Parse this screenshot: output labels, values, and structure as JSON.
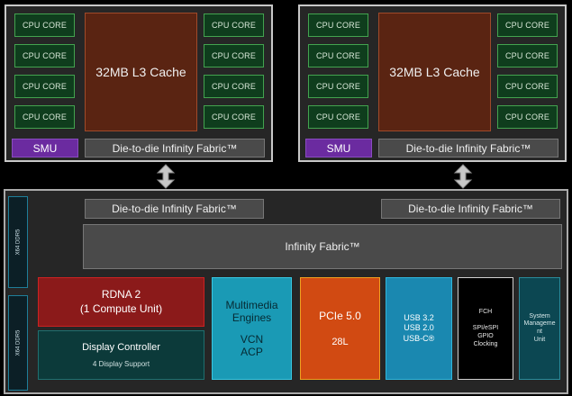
{
  "ccd_left": {
    "cores": [
      "CPU CORE",
      "CPU CORE",
      "CPU CORE",
      "CPU CORE",
      "CPU CORE",
      "CPU CORE",
      "CPU CORE",
      "CPU CORE"
    ],
    "l3": "32MB L3 Cache",
    "smu": "SMU",
    "fabric": "Die-to-die Infinity Fabric™"
  },
  "ccd_right": {
    "cores": [
      "CPU CORE",
      "CPU CORE",
      "CPU CORE",
      "CPU CORE",
      "CPU CORE",
      "CPU CORE",
      "CPU CORE",
      "CPU CORE"
    ],
    "l3": "32MB L3 Cache",
    "smu": "SMU",
    "fabric": "Die-to-die Infinity Fabric™"
  },
  "iod": {
    "ddr_top": "X64 DDR5",
    "ddr_bottom": "X64 DDR5",
    "fabric_left": "Die-to-die Infinity Fabric™",
    "fabric_right": "Die-to-die Infinity Fabric™",
    "infinity_fabric": "Infinity Fabric™",
    "rdna": {
      "line1": "RDNA 2",
      "line2": "(1 Compute Unit)"
    },
    "display": {
      "title": "Display Controller",
      "sub": "4 Display Support"
    },
    "multimedia": {
      "line1": "Multimedia",
      "line2": "Engines",
      "line3": "VCN",
      "line4": "ACP"
    },
    "pcie": {
      "line1": "PCIe 5.0",
      "line2": "28L"
    },
    "usb": {
      "line1": "USB 3.2",
      "line2": "USB 2.0",
      "line3": "USB-C®"
    },
    "fch": {
      "line1": "FCH",
      "line2": "SPI/eSPI",
      "line3": "GPIO",
      "line4": "Clocking"
    },
    "smu": {
      "line1": "System",
      "line2": "Manageme",
      "line3": "nt",
      "line4": "Unit"
    }
  },
  "colors": {
    "core_green": "#43a34f",
    "l3_brown": "#5a2412",
    "smu_purple": "#6b2ba0",
    "rdna_red": "#8b1a1a",
    "pcie_orange": "#d14a12",
    "multimedia_cyan": "#1a9ab5"
  }
}
